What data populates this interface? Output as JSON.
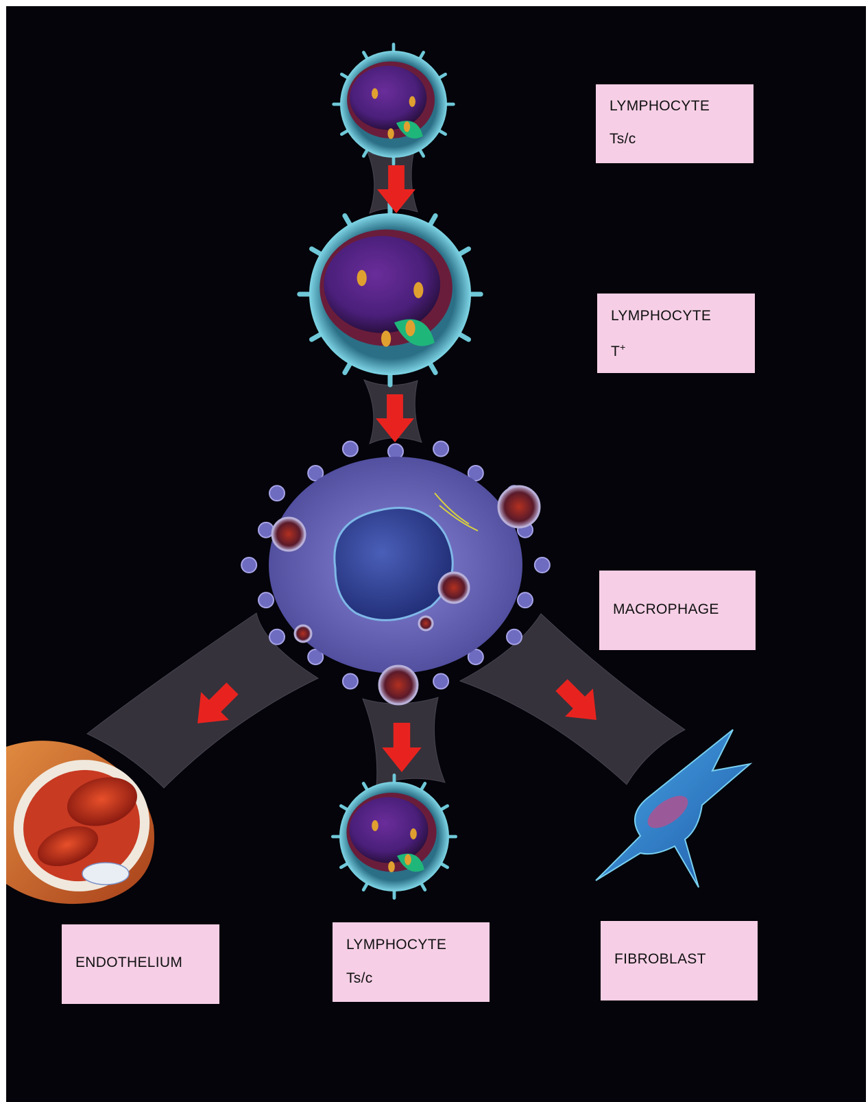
{
  "diagram": {
    "nodes": {
      "lymphocyte_tsc_top": {
        "label": "LYMPHOCYTE",
        "sublabel": "Ts/c"
      },
      "lymphocyte_tplus": {
        "label": "LYMPHOCYTE",
        "sublabel": "T",
        "sublabel_sup": "+"
      },
      "macrophage": {
        "label": "MACROPHAGE"
      },
      "endothelium": {
        "label": "ENDOTHELIUM"
      },
      "lymphocyte_tsc_bottom": {
        "label": "LYMPHOCYTE",
        "sublabel": "Ts/c"
      },
      "fibroblast": {
        "label": "FIBROBLAST"
      }
    },
    "edges": [
      {
        "from": "lymphocyte_tsc_top",
        "to": "lymphocyte_tplus"
      },
      {
        "from": "lymphocyte_tplus",
        "to": "macrophage"
      },
      {
        "from": "macrophage",
        "to": "endothelium"
      },
      {
        "from": "macrophage",
        "to": "lymphocyte_tsc_bottom"
      },
      {
        "from": "macrophage",
        "to": "fibroblast"
      }
    ],
    "colors": {
      "background": "#04040a",
      "label_box": "#f6cfe6",
      "arrow": "#e8231f",
      "funnel": "#3e3b44",
      "cell_membrane": "#4fb3c6",
      "nucleus": "#5a2a8a",
      "macrophage": "#7a78c8",
      "vessel": "#c8552a",
      "fibroblast": "#2f7fd0"
    }
  }
}
